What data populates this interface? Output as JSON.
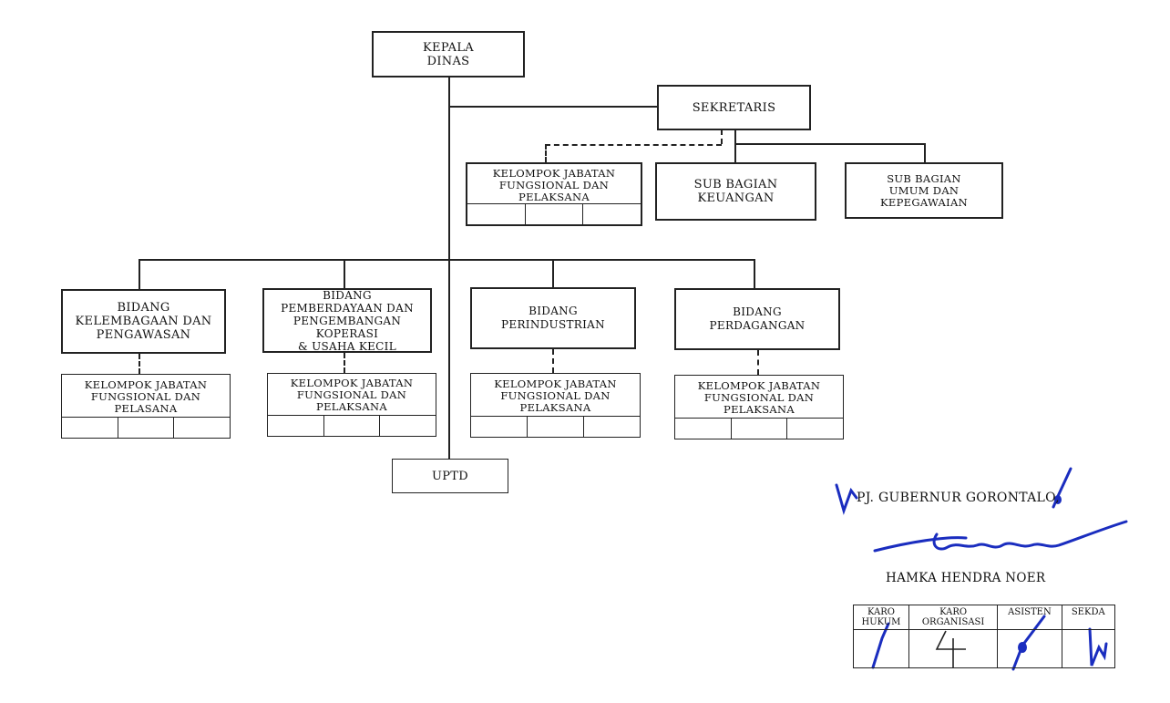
{
  "head": {
    "label": "KEPALA\nDINAS"
  },
  "secretary": {
    "label": "SEKRETARIS"
  },
  "secretariat_units": [
    {
      "label": "KELOMPOK JABATAN\nFUNGSIONAL DAN\nPELAKSANA"
    },
    {
      "label": "SUB BAGIAN\nKEUANGAN"
    },
    {
      "label": "SUB BAGIAN\nUMUM DAN\nKEPEGAWAIAN"
    }
  ],
  "divisions": [
    {
      "label": "BIDANG\nKELEMBAGAAN DAN\nPENGAWASAN",
      "group": "KELOMPOK JABATAN\nFUNGSIONAL DAN\nPELASANA"
    },
    {
      "label": "BIDANG\nPEMBERDAYAAN DAN\nPENGEMBANGAN KOPERASI\n& USAHA KECIL",
      "group": "KELOMPOK JABATAN\nFUNGSIONAL DAN\nPELAKSANA"
    },
    {
      "label": "BIDANG\nPERINDUSTRIAN",
      "group": "KELOMPOK JABATAN\nFUNGSIONAL DAN\nPELAKSANA"
    },
    {
      "label": "BIDANG\nPERDAGANGAN",
      "group": "KELOMPOK JABATAN\nFUNGSIONAL DAN\nPELAKSANA"
    }
  ],
  "uptd": {
    "label": "UPTD"
  },
  "signature": {
    "title": "PJ. GUBERNUR GORONTALO,",
    "name": "HAMKA HENDRA NOER"
  },
  "paraf_table": {
    "headers": [
      "KARO\nHUKUM",
      "KARO\nORGANISASI",
      "ASISTEN",
      "SEKDA"
    ]
  }
}
